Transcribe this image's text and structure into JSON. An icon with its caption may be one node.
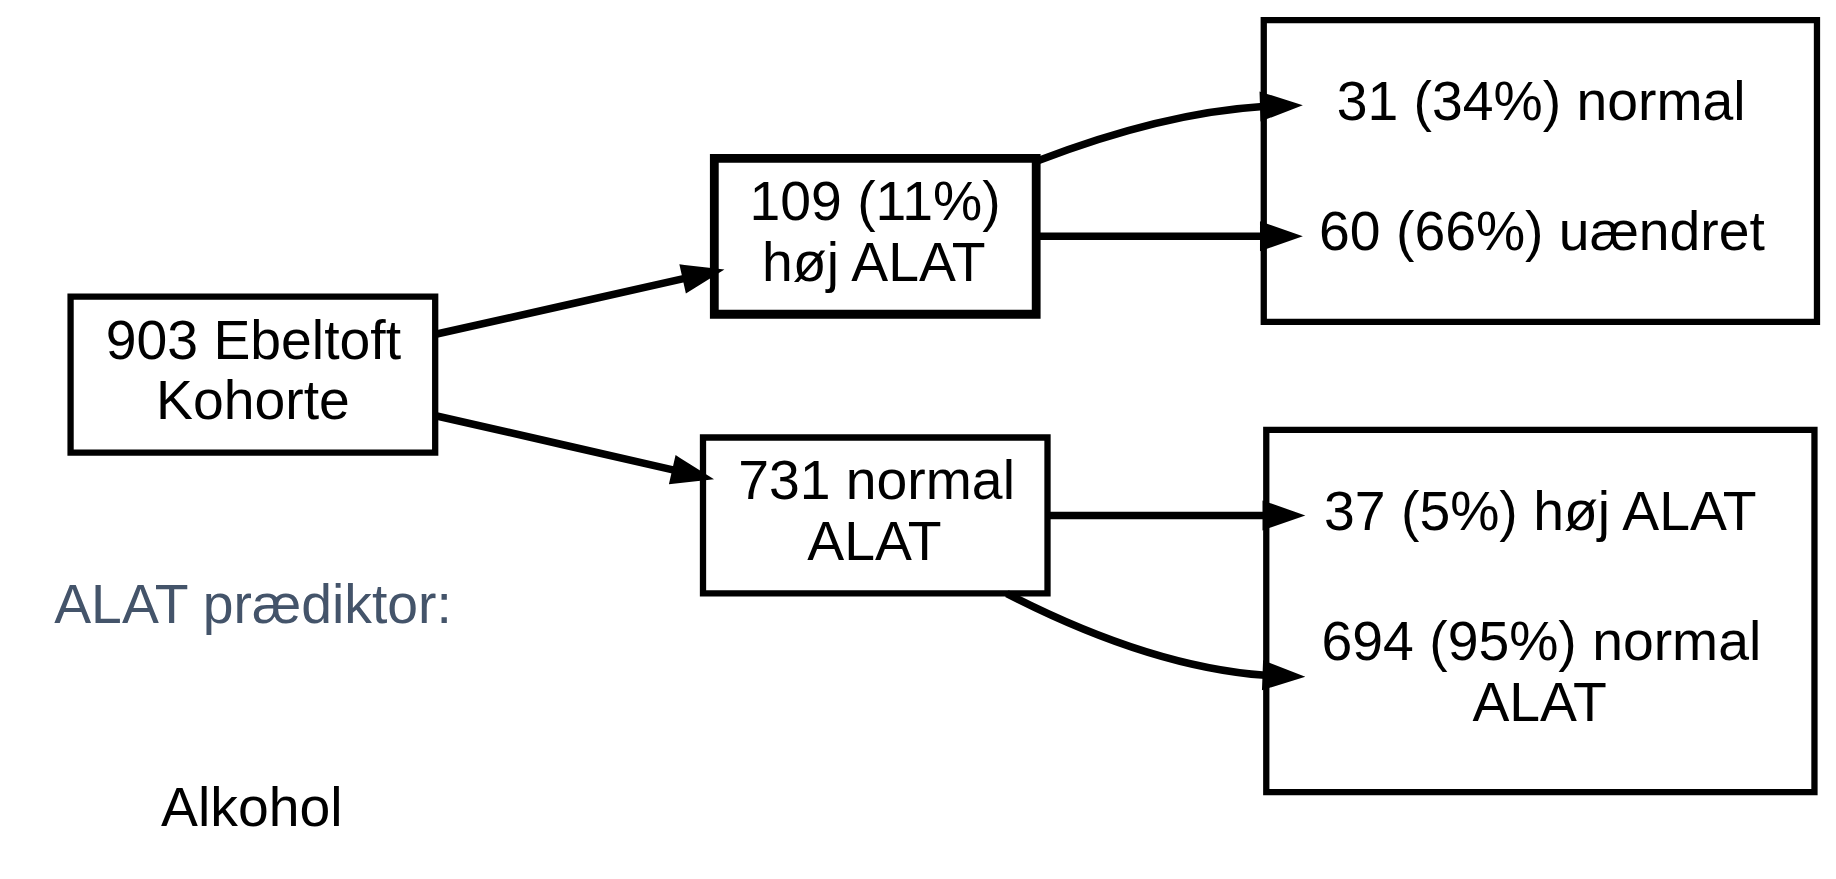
{
  "diagram": {
    "nodes": [
      {
        "text": [
          "903 Ebeltoft Kohorte"
        ]
      },
      {
        "text": [
          "109 (11%) høj ALAT"
        ]
      },
      {
        "text": [
          "731 normal ALAT"
        ]
      },
      {
        "text": [
          "31 (34%) normal",
          "60 (66%) uændret"
        ]
      },
      {
        "text": [
          "37 (5%) høj ALAT",
          "694 (95%) normal ALAT"
        ]
      }
    ],
    "edges": [
      {
        "from": 0,
        "to": 1,
        "arrow": "to"
      },
      {
        "from": 0,
        "to": 2,
        "arrow": "to"
      },
      {
        "from": 1,
        "to": 3,
        "arrow": "to"
      },
      {
        "from": 1,
        "to": 3,
        "arrow": "to"
      },
      {
        "from": 2,
        "to": 4,
        "arrow": "to"
      },
      {
        "from": 2,
        "to": 4,
        "arrow": "to"
      }
    ],
    "labels": [
      "ALAT prædiktor:",
      "Alkohol"
    ]
  }
}
